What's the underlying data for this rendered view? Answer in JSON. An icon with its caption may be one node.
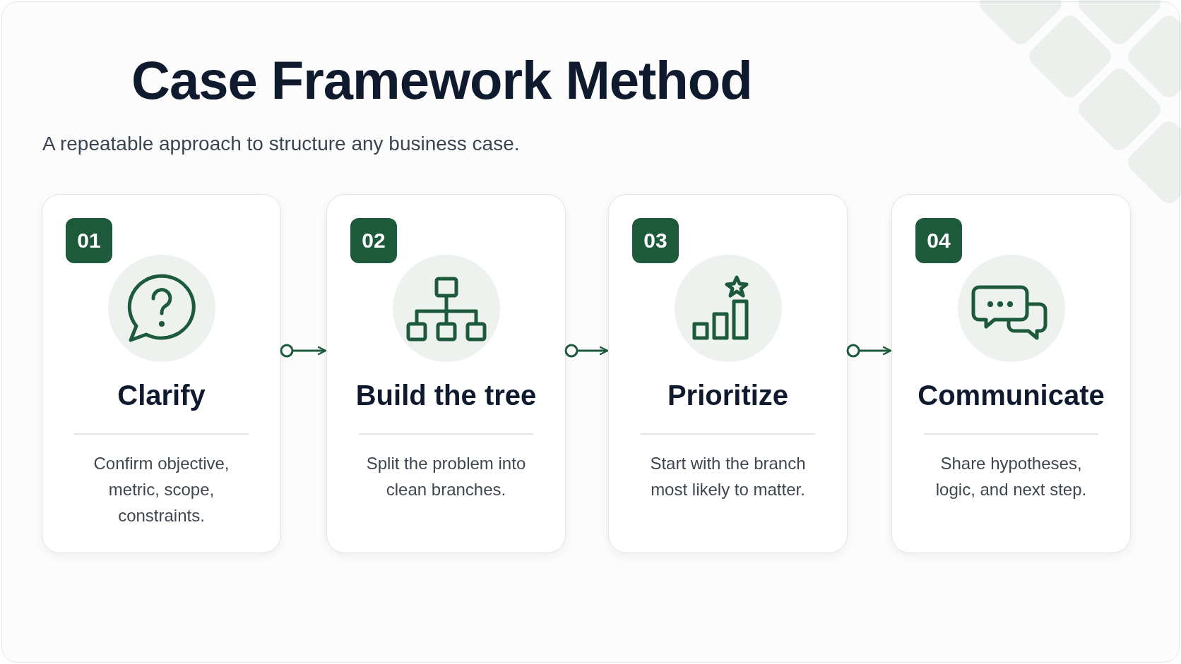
{
  "diagram": {
    "title": "Case Framework Method",
    "caption": "A repeatable approach to structure any business case.",
    "nodes": [
      {
        "text": [
          "01",
          "Clarify",
          "Confirm objective, metric, scope, constraints."
        ]
      },
      {
        "text": [
          "02",
          "Build the tree",
          "Split the problem into clean branches."
        ]
      },
      {
        "text": [
          "03",
          "Prioritize",
          "Start with the branch most likely to matter."
        ]
      },
      {
        "text": [
          "04",
          "Communicate",
          "Share hypotheses, logic, and next step."
        ]
      }
    ],
    "edges": [
      {
        "from": 0,
        "to": 1,
        "arrow": "to"
      },
      {
        "from": 1,
        "to": 2,
        "arrow": "to"
      },
      {
        "from": 2,
        "to": 3,
        "arrow": "to"
      }
    ]
  }
}
